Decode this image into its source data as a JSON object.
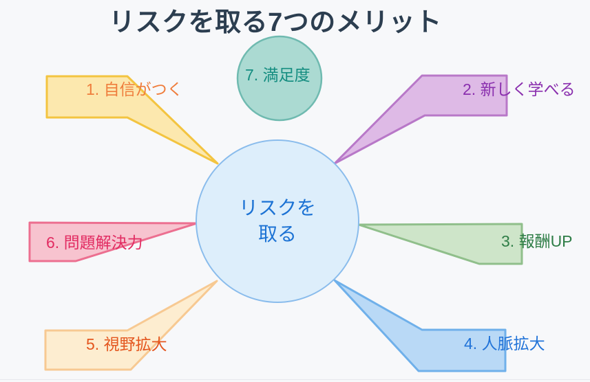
{
  "title": "リスクを取る7つのメリット",
  "colors": {
    "background": "#f7f8fa",
    "title_text": "#2c3e50",
    "divider": "#e6e8ec"
  },
  "center": {
    "line1": "リスクを",
    "line2": "取る",
    "fill": "#ddeefb",
    "stroke": "#8abcec",
    "text_color": "#1c72d4"
  },
  "items": [
    {
      "label": "1. 自信がつく",
      "fill": "#fce8ae",
      "stroke": "#f3c440",
      "text_color": "#ef7d3c"
    },
    {
      "label": "2. 新しく学べる",
      "fill": "#debae6",
      "stroke": "#b878c8",
      "text_color": "#8a2fae"
    },
    {
      "label": "3. 報酬UP",
      "fill": "#cee5c9",
      "stroke": "#90bf8b",
      "text_color": "#2e7d46"
    },
    {
      "label": "4. 人脈拡大",
      "fill": "#b9d9f6",
      "stroke": "#6fb0ea",
      "text_color": "#2173d8"
    },
    {
      "label": "5. 視野拡大",
      "fill": "#fdedd0",
      "stroke": "#f7c992",
      "text_color": "#e4561f"
    },
    {
      "label": "6. 問題解決力",
      "fill": "#f7c3cf",
      "stroke": "#ec6f90",
      "text_color": "#e22c62"
    },
    {
      "label": "7. 満足度",
      "fill": "#abdad2",
      "stroke": "#6fbab0",
      "text_color": "#148d80"
    }
  ]
}
